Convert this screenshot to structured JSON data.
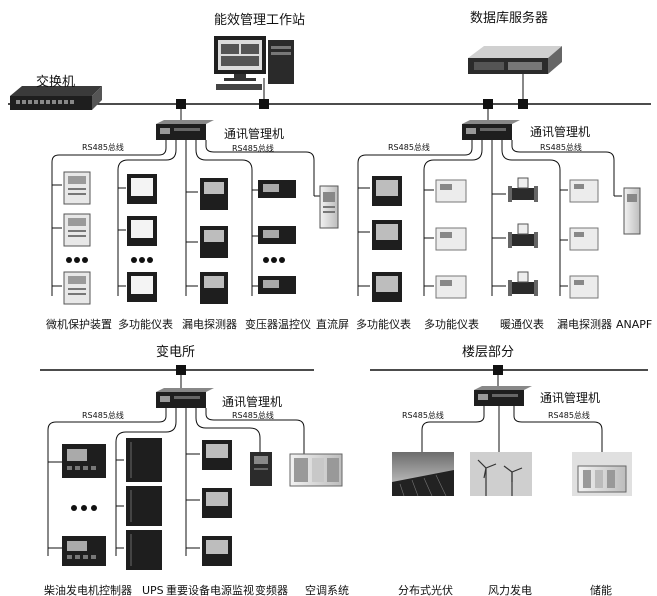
{
  "top": {
    "workstation_label": "能效管理工作站",
    "db_server_label": "数据库服务器",
    "switch_label": "交换机"
  },
  "common": {
    "comm_manager": "通讯管理机",
    "rs485": "RS485总线"
  },
  "section_a": {
    "items": [
      "微机保护装置",
      "多功能仪表",
      "漏电探测器",
      "变压器温控仪",
      "直流屏"
    ]
  },
  "section_b": {
    "items": [
      "多功能仪表",
      "多功能仪表",
      "暖通仪表",
      "漏电探测器",
      "ANAPF"
    ]
  },
  "section_c": {
    "title": "变电所",
    "items": [
      "柴油发电机控制器",
      "UPS",
      "重要设备电源监视",
      "变频器",
      "空调系统"
    ]
  },
  "section_d": {
    "title": "楼层部分",
    "items": [
      "分布式光伏",
      "风力发电",
      "储能"
    ]
  },
  "colors": {
    "line": "#111111",
    "device_dark": "#1e1e1e",
    "device_light": "#e6e6e6",
    "panel_grey": "#9a9a9a"
  }
}
